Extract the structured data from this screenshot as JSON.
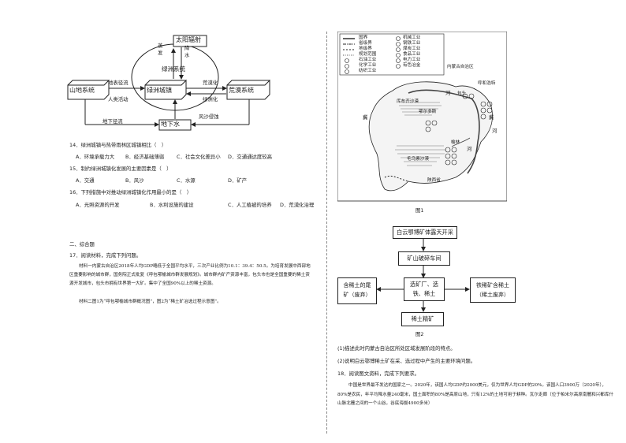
{
  "diagram1": {
    "solar": "太阳辐射",
    "evaporation": "蒸发",
    "precip": "降水",
    "oasis_system": "绿洲系统",
    "mountain_system": "山地系统",
    "surface_runoff": "地表径流",
    "human_activity": "人类活动",
    "oasis_town": "绿洲城镇",
    "desertification": "荒漠化",
    "oasisification": "绿洲化",
    "desert_system": "荒漠系统",
    "underground_runoff": "地下径流",
    "groundwater": "地下水",
    "wind_erosion": "风沙侵蚀"
  },
  "questions": {
    "q14": {
      "stem": "14．绿洲城镇与热带雨林区城镇相比（　）",
      "a": "A．环境承载力大",
      "b": "B．经济基础薄弱",
      "c": "C．社会文化差异小",
      "d": "D．交通通达度较高"
    },
    "q15": {
      "stem": "15．制约绿洲城镇化发展的主要因素是（　）",
      "a": "A．交通",
      "b": "B．风沙",
      "c": "C．水源",
      "d": "D．矿产"
    },
    "q16": {
      "stem": "16．下列措施中对推动绿洲城镇化作用最小的是（　）",
      "a": "A．光照资源的开发",
      "b": "B．水利设施的建设",
      "c": "C．人工植被的培养",
      "d": "D．荒漠化治理"
    }
  },
  "section2": {
    "heading": "二、综合题",
    "q17": "17．阅读材料，完成下列问题。",
    "material1": "材料一内蒙古自治区2018年人均GDP略低于全国平均水平，三次产业比例为10.1：39.4：50.5。为培育发展中西部地区重要影响的城市群，国务院正式批复《呼包鄂榆城市群发展规划》。城市群内矿产资源丰富，包头市也是全国重要的稀土资源开发城市，包头市拥有世界第一大矿。集中了全国90%以上的稀土资源。",
    "material2": "材料二图1为“呼包鄂榆城市群概况图”，图2为“稀土矿冶选过程示意图”。"
  },
  "map": {
    "legend": [
      "国界",
      "省级界",
      "地级界",
      "规划范围",
      "石油工业",
      "化学工业",
      "纺织工业",
      "机械工业",
      "钢铁工业",
      "煤炭工业",
      "食品工业",
      "电力工业",
      "有色冶金"
    ],
    "labels": {
      "inner_mongolia": "内蒙古自治区",
      "hohhot": "呼和浩特",
      "baotou": "包头",
      "kubuqi": "库布齐沙漠",
      "ordos": "鄂尔多斯",
      "yulin": "榆林",
      "mu_us": "毛乌素沙漠",
      "shaanxi": "陕西省",
      "river1": "河",
      "river2": "河",
      "river3": "河",
      "ji1": "冀",
      "ji2": "冀"
    },
    "caption": "图1"
  },
  "flow": {
    "n1": "白云鄂博矿体露天开采",
    "n2": "矿山破碎车间",
    "n3": "选矿厂、选铁、稀土",
    "n4_line1": "含稀土的尾",
    "n4_line2": "矿（废弃）",
    "n5_line1": "铁稀矿含稀土",
    "n5_line2": "（稀土废弃）",
    "n6": "稀土精矿",
    "caption": "图2"
  },
  "q17_parts": {
    "p1": "(1)描述此时内蒙古自治区所处区域发展阶段的特点。",
    "p2": "(2)说明白云鄂博稀土矿在采、选过程中产生的主要环境问题。"
  },
  "q18": {
    "stem": "18．阅读图文资料，完成下列要求。",
    "text": "中国是世界最不发达的国家之一。2020年，该国人均GDP约2000美元，仅为世界人均GDP的20%。该国人口3900万（2020年），80%是农民，年平均降水量240毫米，国土面积的80%是高原山地，只有12%的土地可用于耕种。瓦尔走廊（位于帕米尔高原南麓和兴都库什山脉北麓之间的一个山谷，谷底海拔4900多米）"
  }
}
